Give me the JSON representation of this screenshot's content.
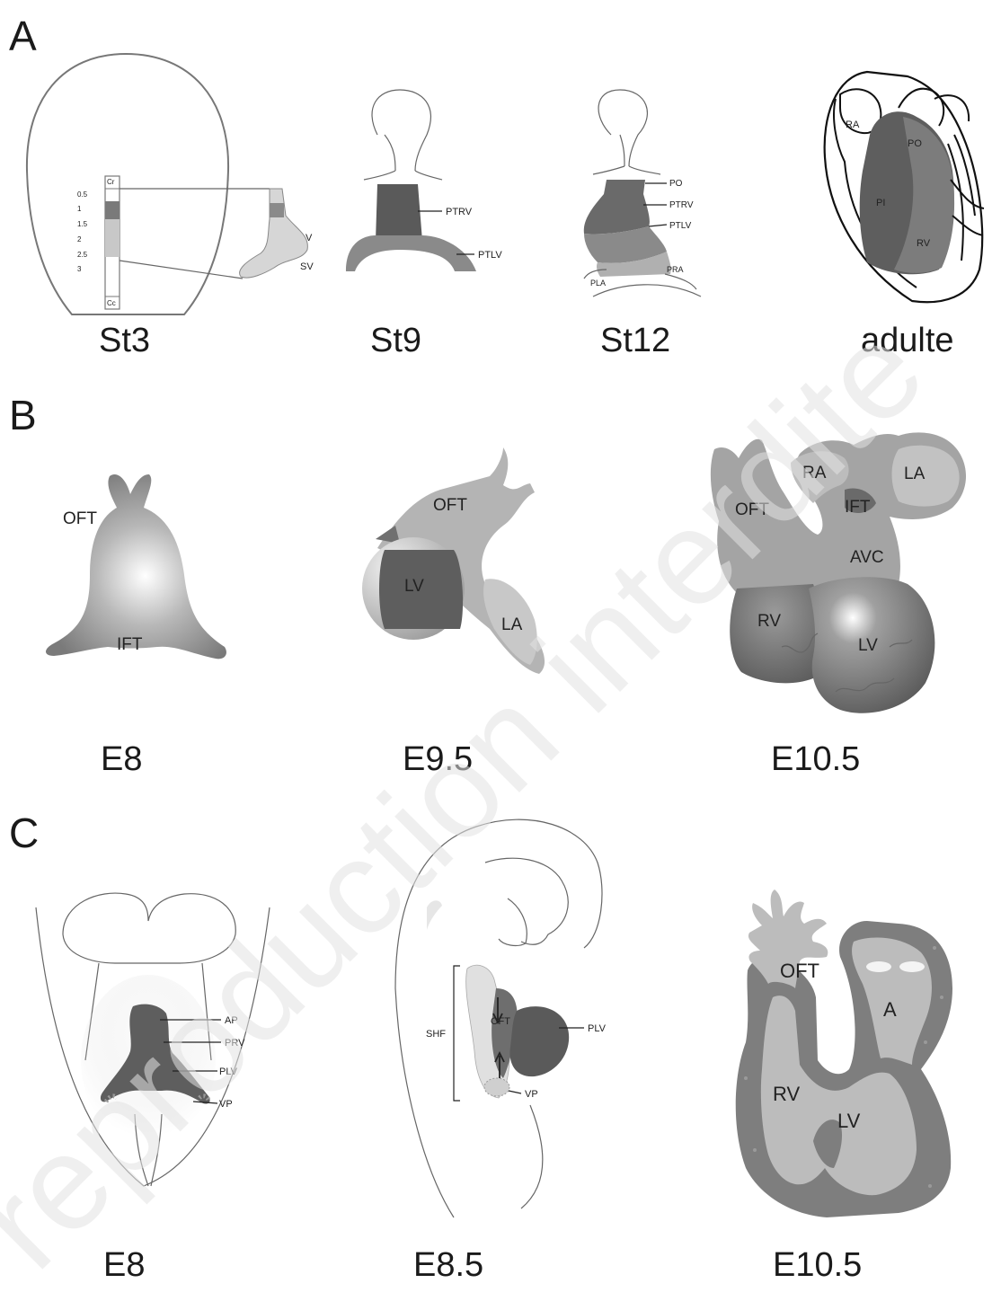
{
  "panels": {
    "A": {
      "letter": "A",
      "stages": [
        "St3",
        "St9",
        "St12",
        "adulte"
      ],
      "st3": {
        "ticks": [
          "0.5",
          "1",
          "1.5",
          "2",
          "2.5",
          "3"
        ],
        "cr": "Cr",
        "cc": "Cc",
        "v": "V",
        "sv": "SV"
      },
      "st9": {
        "ptrv": "PTRV",
        "ptlv": "PTLV"
      },
      "st12": {
        "po": "PO",
        "ptrv": "PTRV",
        "ptlv": "PTLV",
        "pla": "PLA",
        "pra": "PRA"
      },
      "adult": {
        "ra": "RA",
        "po": "PO",
        "pi": "PI",
        "rv": "RV"
      }
    },
    "B": {
      "letter": "B",
      "stages": [
        "E8",
        "E9.5",
        "E10.5"
      ],
      "e8": {
        "oft": "OFT",
        "ift": "IFT"
      },
      "e95": {
        "oft": "OFT",
        "lv": "LV",
        "la": "LA"
      },
      "e105": {
        "ra": "RA",
        "la": "LA",
        "oft": "OFT",
        "ift": "IFT",
        "avc": "AVC",
        "rv": "RV",
        "lv": "LV"
      }
    },
    "C": {
      "letter": "C",
      "stages": [
        "E8",
        "E8.5",
        "E10.5"
      ],
      "e8": {
        "ap": "AP",
        "prv": "PRV",
        "plv": "PLV",
        "vp": "VP"
      },
      "e85": {
        "shf": "SHF",
        "oft": "OFT",
        "plv": "PLV",
        "vp": "VP"
      },
      "e105": {
        "oft": "OFT",
        "a": "A",
        "rv": "RV",
        "lv": "LV"
      }
    }
  },
  "watermark": "reproduction interdite",
  "colors": {
    "dark": "#555555",
    "mid": "#8a8a8a",
    "light": "#c4c4c4",
    "verylight": "#e2e2e2"
  }
}
